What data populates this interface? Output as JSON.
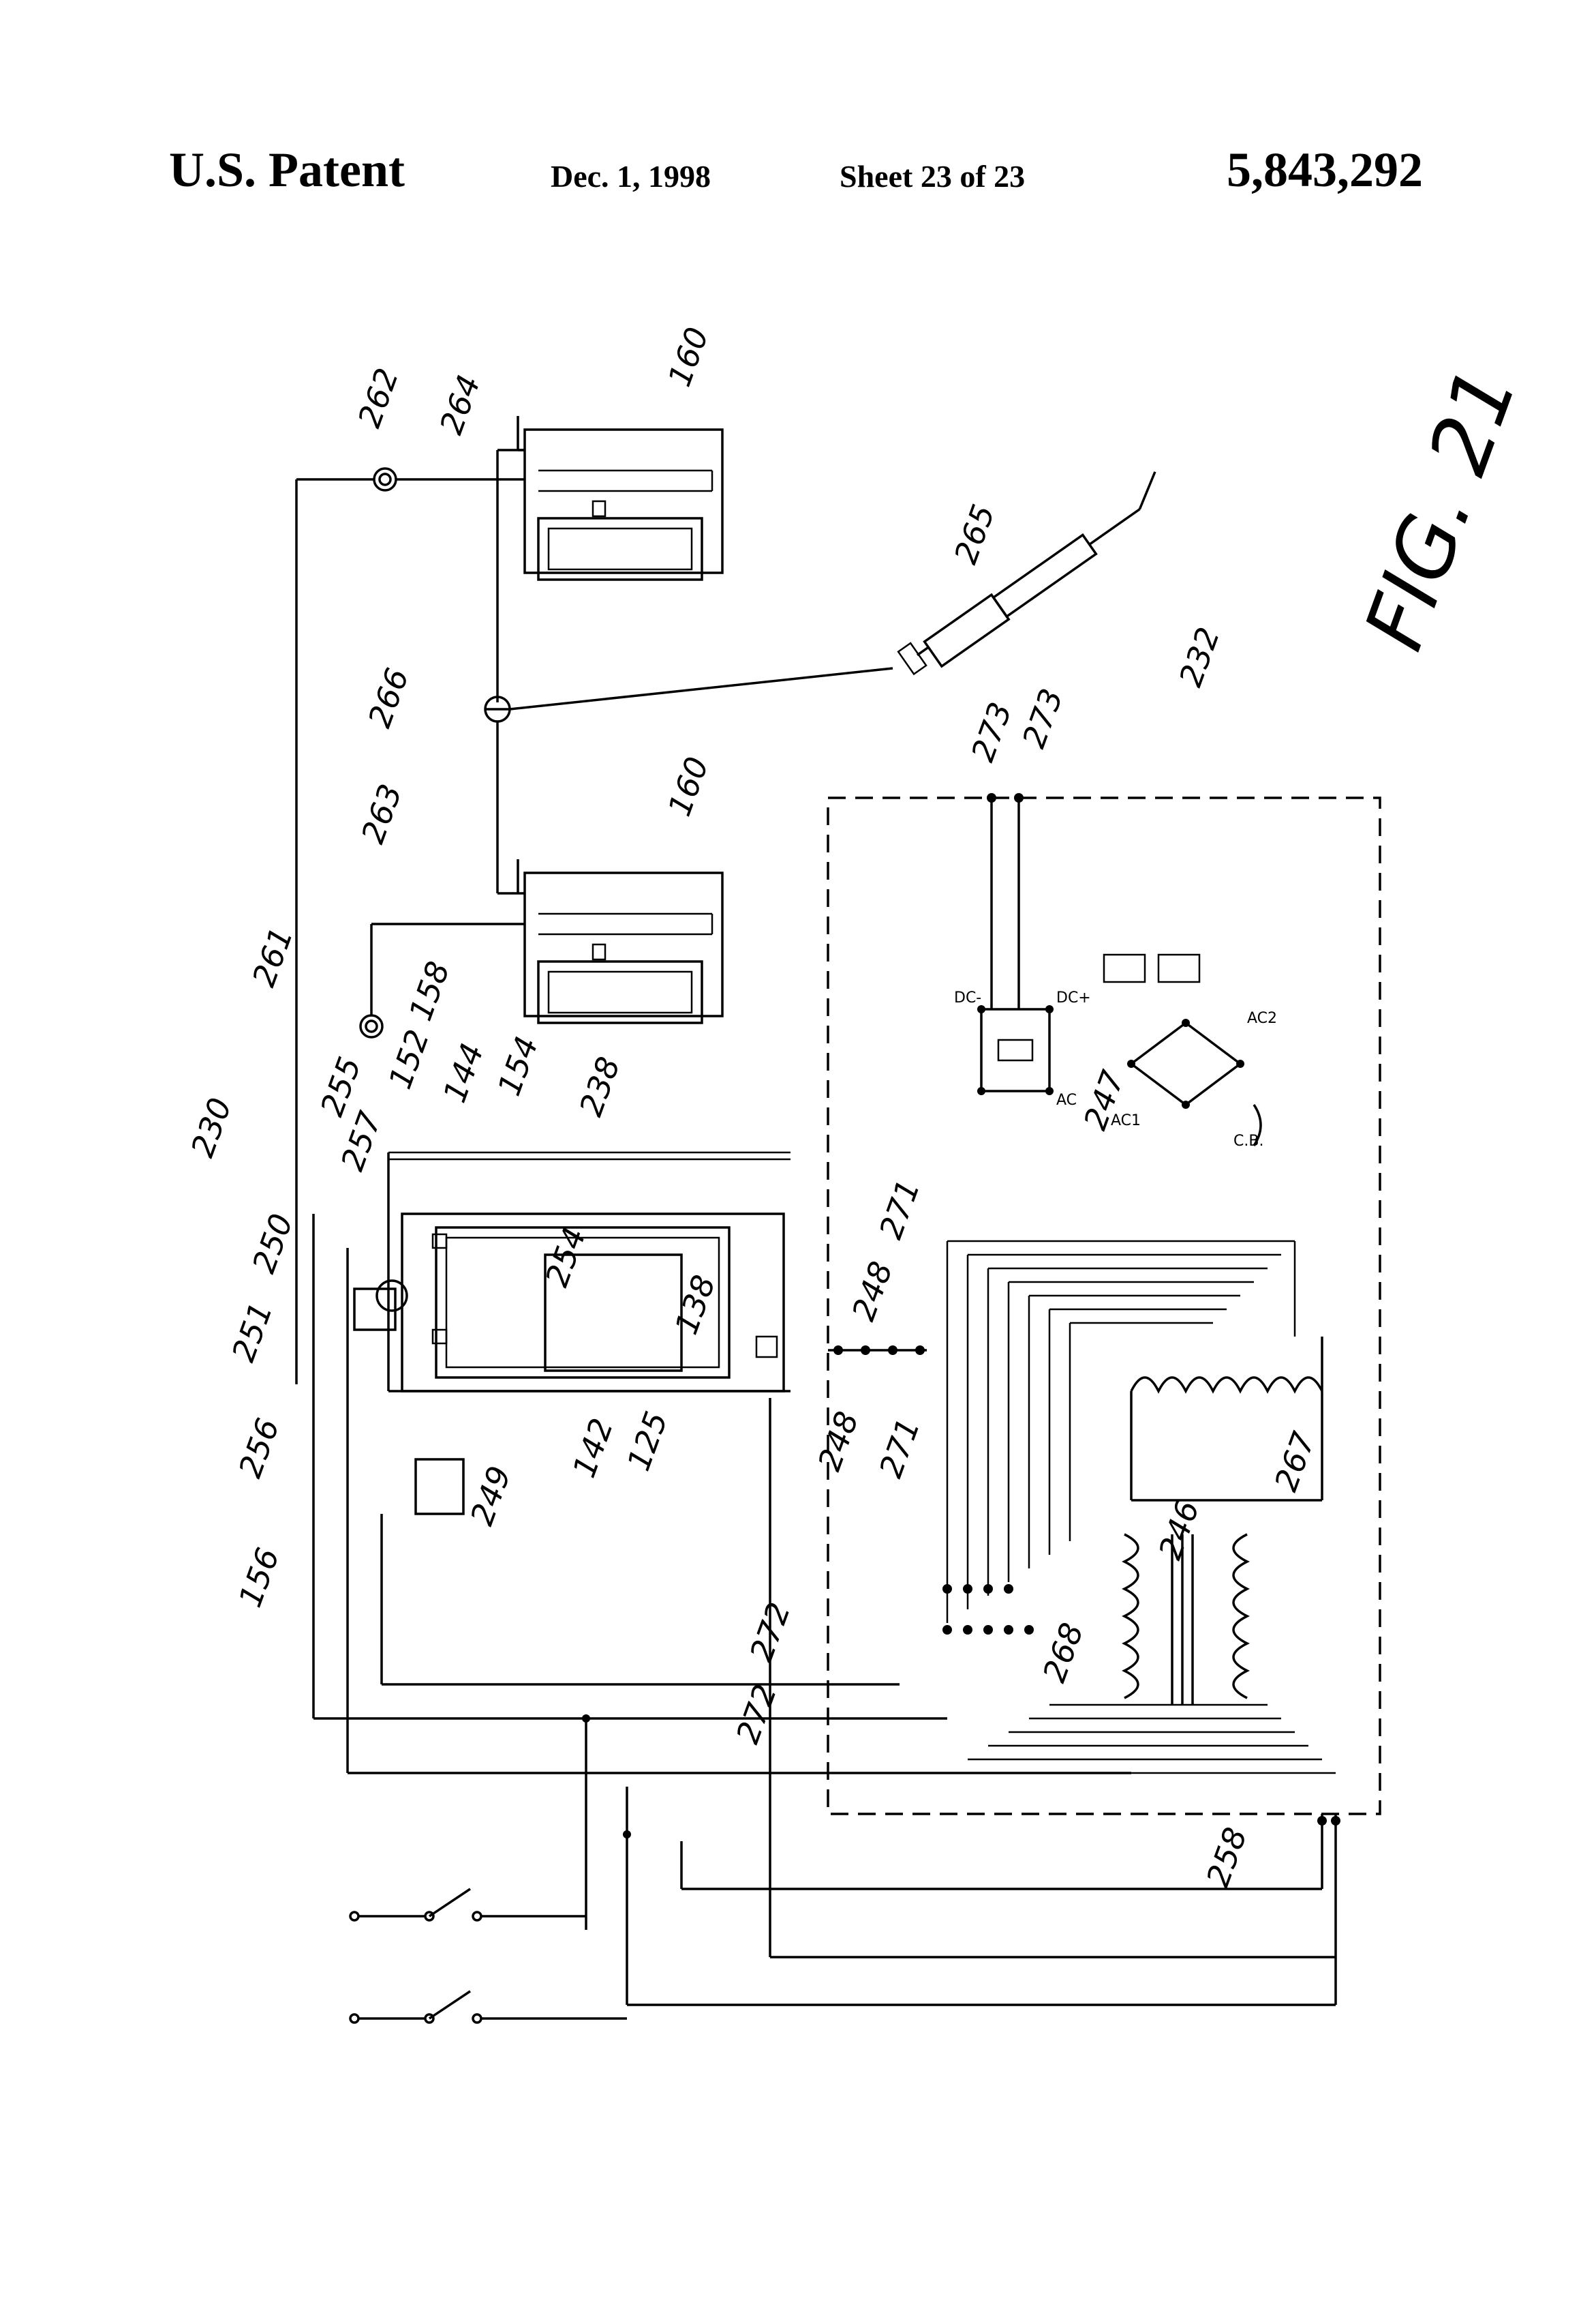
{
  "header": {
    "patent_label": "U.S. Patent",
    "date": "Dec. 1, 1998",
    "sheet": "Sheet 23 of 23",
    "patent_number": "5,843,292"
  },
  "figure": {
    "label": "FIG. 21",
    "system_ref": "230",
    "reference_numerals": [
      "262",
      "264",
      "160",
      "265",
      "266",
      "263",
      "160",
      "232",
      "273",
      "273",
      "261",
      "158",
      "152",
      "144",
      "154",
      "238",
      "257",
      "255",
      "250",
      "251",
      "254",
      "138",
      "256",
      "249",
      "142",
      "125",
      "156",
      "248",
      "248",
      "271",
      "271",
      "272",
      "272",
      "247",
      "246",
      "267",
      "268",
      "258"
    ],
    "small_labels": {
      "ac1": "AC1",
      "ac2": "AC2",
      "ac": "AC",
      "dc_plus": "DC+",
      "dc_minus": "DC-",
      "cb": "C.B."
    }
  }
}
